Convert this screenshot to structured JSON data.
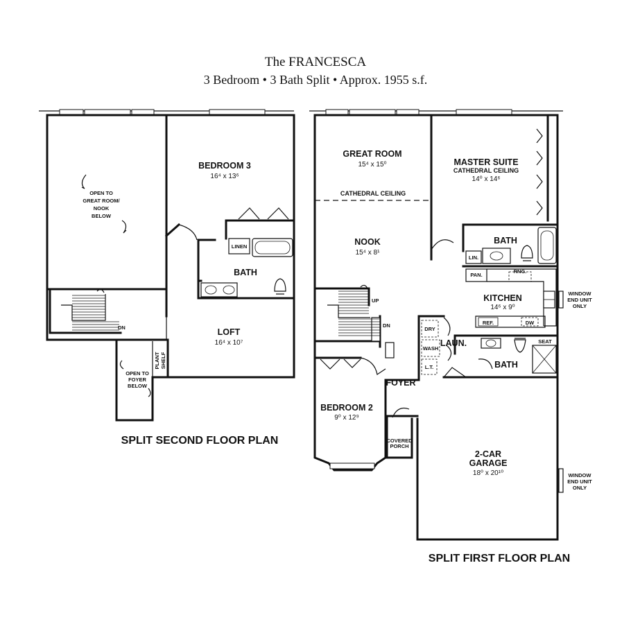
{
  "header": {
    "title": "The FRANCESCA",
    "subtitle": "3 Bedroom • 3 Bath Split • Approx. 1955 s.f."
  },
  "second_floor": {
    "plan_title": "SPLIT SECOND FLOOR PLAN",
    "open_to_great_room": [
      "OPEN TO",
      "GREAT ROOM/",
      "NOOK",
      "BELOW"
    ],
    "bedroom3": {
      "name": "BEDROOM 3",
      "dims": "16⁴ x 13⁶"
    },
    "linen": "LINEN",
    "bath": "BATH",
    "loft": {
      "name": "LOFT",
      "dims": "16⁴ x 10⁷"
    },
    "dn": "DN",
    "plant_shelf": [
      "PLANT",
      "SHELF"
    ],
    "open_to_foyer": [
      "OPEN TO",
      "FOYER",
      "BELOW"
    ]
  },
  "first_floor": {
    "plan_title": "SPLIT FIRST FLOOR PLAN",
    "great_room": {
      "name": "GREAT ROOM",
      "dims": "15⁴ x 15⁰"
    },
    "cathedral_ceiling": "CATHEDRAL CEILING",
    "master_suite": {
      "name": "MASTER SUITE",
      "note": "CATHEDRAL CEILING",
      "dims": "14⁰ x 14⁶"
    },
    "nook": {
      "name": "NOOK",
      "dims": "15⁴ x 8¹"
    },
    "bath_master": "BATH",
    "lin": "LIN.",
    "pan": "PAN.",
    "rng": "RNG.",
    "kitchen": {
      "name": "KITCHEN",
      "dims": "14⁶ x 9⁰"
    },
    "window_unit_kitchen": [
      "WINDOW",
      "END UNIT",
      "ONLY"
    ],
    "up": "UP",
    "dn": "DN",
    "dry": "DRY",
    "wash": "WASH",
    "lt": "L.T.",
    "laun": "LAUN.",
    "ref": "REF.",
    "dw": "DW",
    "seat": "SEAT",
    "bath_lower": "BATH",
    "foyer": "FOYER",
    "bedroom2": {
      "name": "BEDROOM 2",
      "dims": "9⁰ x 12⁹"
    },
    "covered_porch": [
      "COVERED",
      "PORCH"
    ],
    "garage": {
      "name": [
        "2-CAR",
        "GARAGE"
      ],
      "dims": "18⁰ x 20¹⁰"
    },
    "window_unit_garage": [
      "WINDOW",
      "END UNIT",
      "ONLY"
    ]
  }
}
